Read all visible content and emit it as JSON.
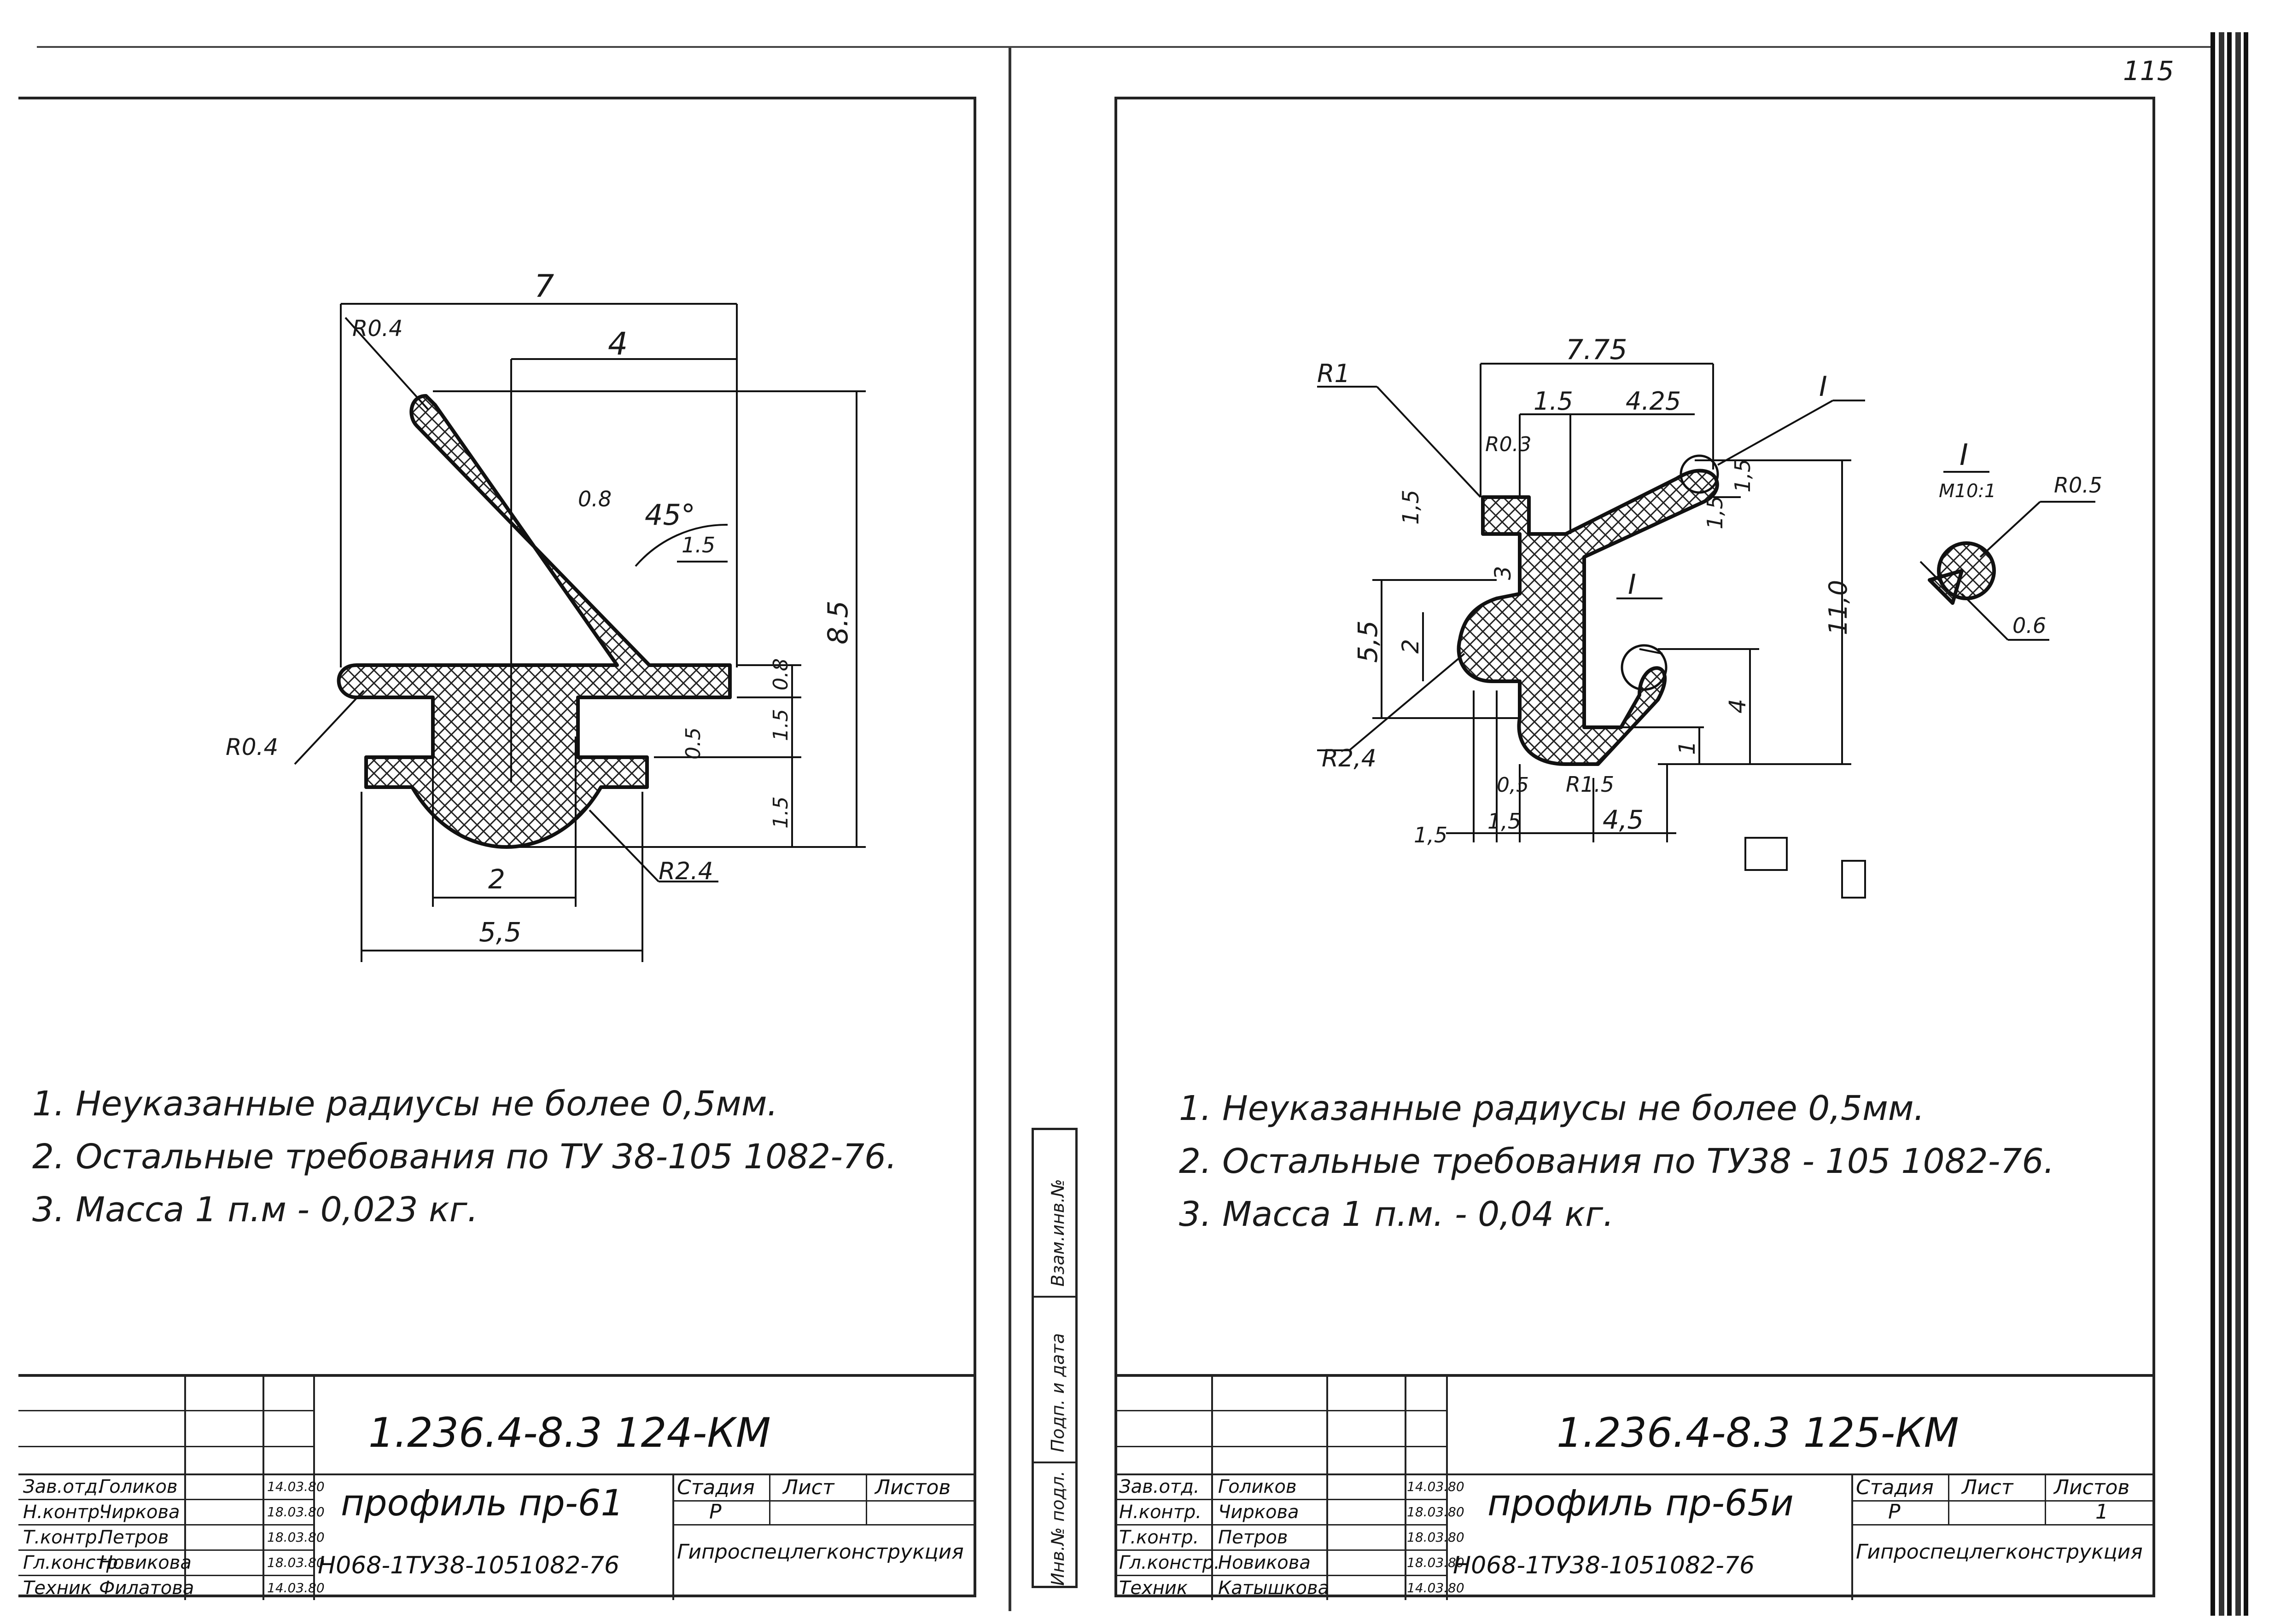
{
  "page_number": "115",
  "left_sheet": {
    "drawing_labels": {
      "width_total": "7",
      "width_top": "4",
      "radius_tip": "R0.4",
      "thickness": "0.8",
      "angle": "45°",
      "offset": "1.5",
      "radius_left": "R0.4",
      "height_total": "8.5",
      "h1": "0.8",
      "h2": "1.5",
      "h3": "1.5",
      "gap": "0.5",
      "radius_bottom": "R2.4",
      "bottom_inner": "2",
      "bottom_outer": "5,5"
    },
    "notes": [
      "1. Неуказанные радиусы не более 0,5мм.",
      "2. Остальные требования по ТУ 38-105 1082-76.",
      "3. Масса 1 п.м - 0,023 кг."
    ],
    "title_block": {
      "doc_code": "1.236.4-8.3  124-КМ",
      "profile_name": "профиль  пр-61",
      "spec": "Н068-1ТУ38-1051082-76",
      "stage_header": "Стадия",
      "sheet_header": "Лист",
      "sheets_header": "Листов",
      "stage_value": "Р",
      "organization": "Гипроспецлегконструкция",
      "roles": [
        "Зав.отд.",
        "Н.контр.",
        "Т.контр.",
        "Гл.констр.",
        "Техник"
      ],
      "names": [
        "Голиков",
        "Чиркова",
        "Петров",
        "Новикова",
        "Филатова"
      ],
      "dates": [
        "14.03.80",
        "18.03.80",
        "18.03.80",
        "18.03.80",
        "14.03.80"
      ]
    }
  },
  "right_sheet": {
    "drawing_labels": {
      "width_total": "7.75",
      "width_a": "1.5",
      "width_b": "4.25",
      "radius_r1": "R1",
      "radius_r03": "R0.3",
      "left_15": "1,5",
      "mid_3": "3",
      "left_55": "5,5",
      "left_2": "2",
      "radius_r24": "R2,4",
      "right_15a": "1,5",
      "right_15b": "1,5",
      "height_11": "11,0",
      "height_4": "4",
      "dim_1": "1",
      "gap_05": "0,5",
      "radius_r15": "R1.5",
      "bottom_15a": "1,5",
      "bottom_15b": "1,5",
      "bottom_45": "4,5",
      "detail_mark": "I",
      "detail_scale": "М10:1",
      "radius_r05": "R0.5",
      "detail_06": "0.6"
    },
    "notes": [
      "1. Неуказанные  радиусы не более 0,5мм.",
      "2. Остальные требования по ТУ38 - 105 1082-76.",
      "3. Масса 1 п.м. - 0,04 кг."
    ],
    "side_stamp": [
      "Инв.№ подл.",
      "Подп. и дата",
      "Взам.инв.№"
    ],
    "title_block": {
      "doc_code": "1.236.4-8.3  125-КМ",
      "profile_name": "профиль пр-65и",
      "spec": "Н068-1ТУ38-1051082-76",
      "stage_header": "Стадия",
      "sheet_header": "Лист",
      "sheets_header": "Листов",
      "stage_value": "Р",
      "sheets_value": "1",
      "organization": "Гипроспецлегконструкция",
      "roles": [
        "Зав.отд.",
        "Н.контр.",
        "Т.контр.",
        "Гл.констр.",
        "Техник"
      ],
      "names": [
        "Голиков",
        "Чиркова",
        "Петров",
        "Новикова",
        "Катышкова"
      ],
      "dates": [
        "14.03.80",
        "18.03.80",
        "18.03.80",
        "18.03.80",
        "14.03.80"
      ]
    }
  }
}
